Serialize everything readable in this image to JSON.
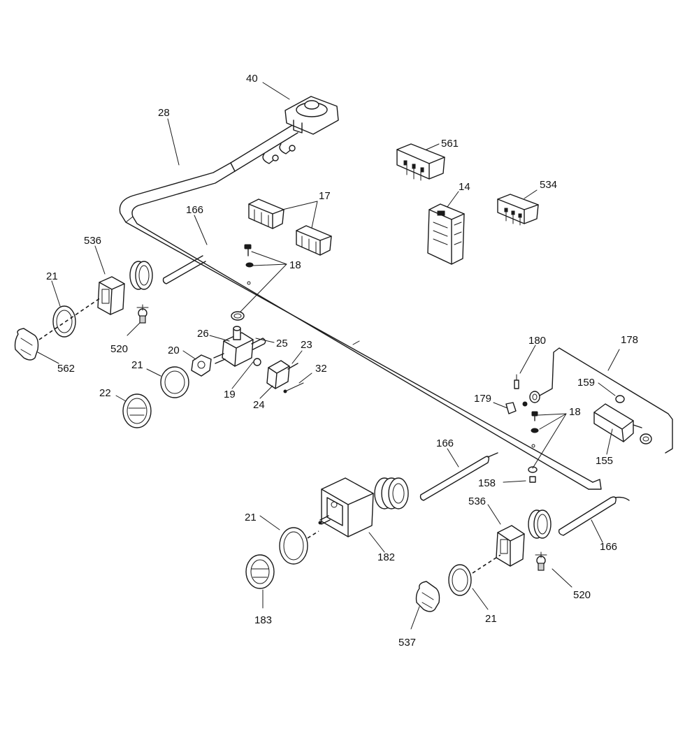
{
  "diagram": {
    "labels": {
      "l40": "40",
      "l28": "28",
      "l561": "561",
      "l14": "14",
      "l534": "534",
      "l17": "17",
      "l166a": "166",
      "l18a": "18",
      "l536a": "536",
      "l21a": "21",
      "l520a": "520",
      "l562": "562",
      "l26": "26",
      "l25": "25",
      "l20": "20",
      "l23": "23",
      "l21b": "21",
      "l32": "32",
      "l22": "22",
      "l19": "19",
      "l24": "24",
      "l180": "180",
      "l178": "178",
      "l159": "159",
      "l179": "179",
      "l18b": "18",
      "l155": "155",
      "l166b": "166",
      "l158": "158",
      "l21c": "21",
      "l182": "182",
      "l536b": "536",
      "l166c": "166",
      "l183": "183",
      "l520b": "520",
      "l537": "537",
      "l21d": "21"
    }
  }
}
